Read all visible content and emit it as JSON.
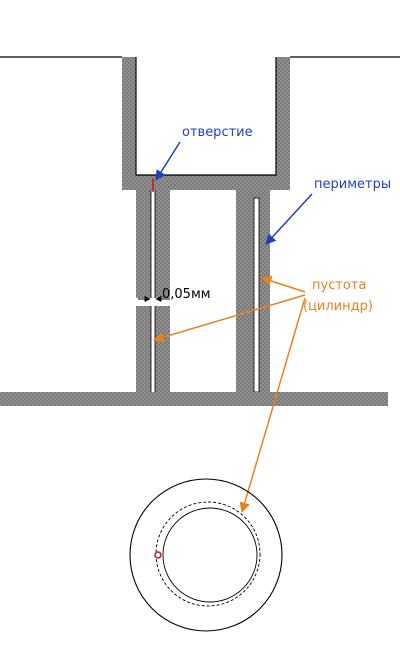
{
  "labels": {
    "hole": "отверстие",
    "perimeters": "периметры",
    "void_line1": "пустота",
    "void_line2": "(цилиндр)",
    "dimension": "0,05мм"
  },
  "colors": {
    "wall_fill": "#7a7a7a",
    "dots": "#e8e8e8",
    "outline": "#000000",
    "blue": "#1f3fbf",
    "orange": "#e8821e",
    "hole_red": "#cc1f1f"
  }
}
